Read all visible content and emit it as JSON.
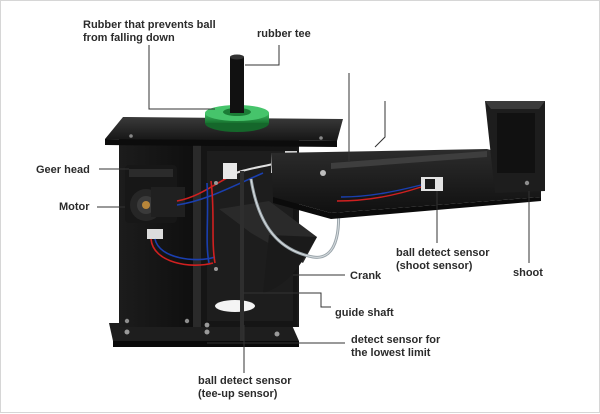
{
  "labels": {
    "rubber_stop_line1": "Rubber that prevents ball",
    "rubber_stop_line2": "from falling down",
    "rubber_tee": "rubber tee",
    "geer_head": "Geer head",
    "motor": "Motor",
    "ball_detect_shoot_line1": "ball detect sensor",
    "ball_detect_shoot_line2": "(shoot sensor)",
    "shoot": "shoot",
    "crank": "Crank",
    "guide_shaft": "guide shaft",
    "lowest_limit_line1": "detect sensor for",
    "lowest_limit_line2": "the lowest limit",
    "ball_detect_teeup_line1": "ball detect sensor",
    "ball_detect_teeup_line2": "(tee-up sensor)"
  },
  "colors": {
    "frame_border": "#d6d6d6",
    "label_text": "#2b2b2b",
    "leader_line": "#333333",
    "machine_black": "#141414",
    "rubber_green": "#1f8a3c"
  }
}
